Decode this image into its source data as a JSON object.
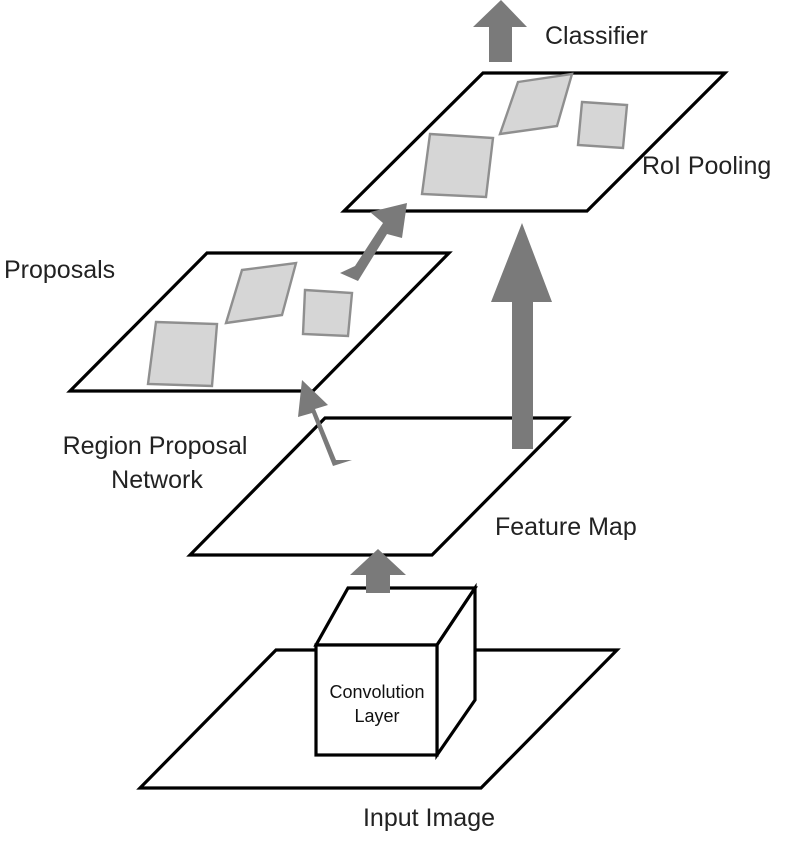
{
  "labels": {
    "classifier": "Classifier",
    "roi_pooling": "RoI Pooling",
    "proposals": "Proposals",
    "rpn_line1": "Region Proposal",
    "rpn_line2": "Network",
    "feature_map": "Feature Map",
    "conv_line1": "Convolution",
    "conv_line2": "Layer",
    "input_image": "Input Image"
  },
  "colors": {
    "arrow": "#7a7a7a",
    "region_fill": "#d6d6d6",
    "region_stroke": "#8f8f8f",
    "outline": "#000000"
  }
}
